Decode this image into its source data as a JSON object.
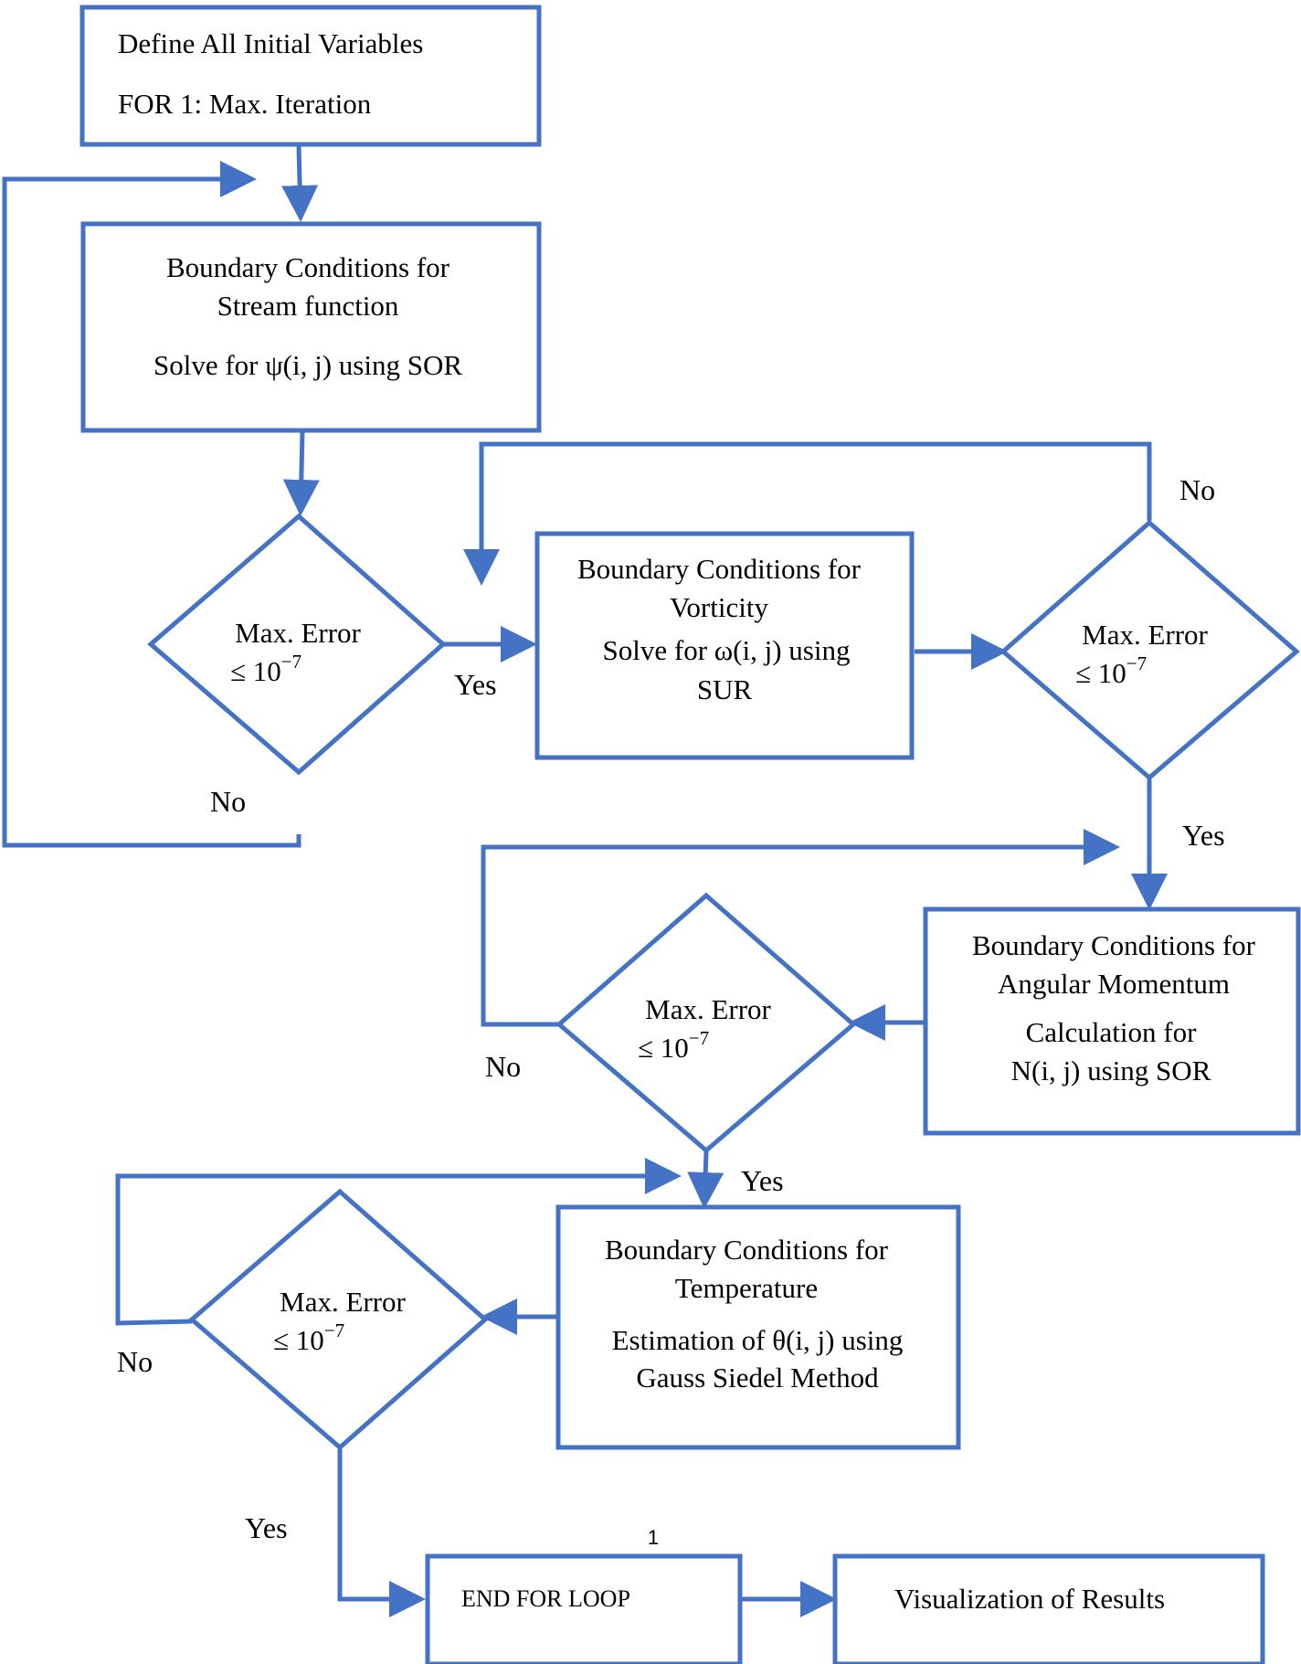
{
  "colors": {
    "stroke": "#4472C4",
    "text": "#000000",
    "background": "#ffffff"
  },
  "nodes": {
    "init": {
      "line1": "Define All Initial Variables",
      "line2": "FOR 1: Max. Iteration"
    },
    "stream": {
      "line1": "Boundary Conditions for",
      "line2": "Stream function",
      "line3": "Solve for ψ(i, j) using SOR"
    },
    "check1": {
      "line1": "Max. Error",
      "line2_prefix": "≤ 10",
      "exponent": "−7"
    },
    "vorticity": {
      "line1": "Boundary Conditions for",
      "line2": "Vorticity",
      "line3": "Solve for ω(i, j)  using",
      "line4": "SUR"
    },
    "check2": {
      "line1": "Max. Error",
      "line2_prefix": "≤ 10",
      "exponent": "−7"
    },
    "angular": {
      "line1": "Boundary Conditions for",
      "line2": "Angular Momentum",
      "line3": "Calculation for",
      "line4": "N(i, j) using SOR"
    },
    "check3": {
      "line1": "Max. Error",
      "line2_prefix": "≤ 10",
      "exponent": "−7"
    },
    "temperature": {
      "line1": "Boundary Conditions for",
      "line2": "Temperature",
      "line3": "Estimation of θ(i, j) using",
      "line4": "Gauss Siedel Method"
    },
    "check4": {
      "line1": "Max. Error",
      "line2_prefix": "≤ 10",
      "exponent": "−7"
    },
    "end_loop": {
      "label": "END FOR LOOP",
      "marker": "1"
    },
    "visualization": {
      "label": "Visualization of Results"
    }
  },
  "edge_labels": {
    "check1_yes": "Yes",
    "check1_no": "No",
    "check2_no": "No",
    "check2_yes": "Yes",
    "check3_no": "No",
    "check3_yes": "Yes",
    "check4_no": "No",
    "check4_yes": "Yes"
  }
}
